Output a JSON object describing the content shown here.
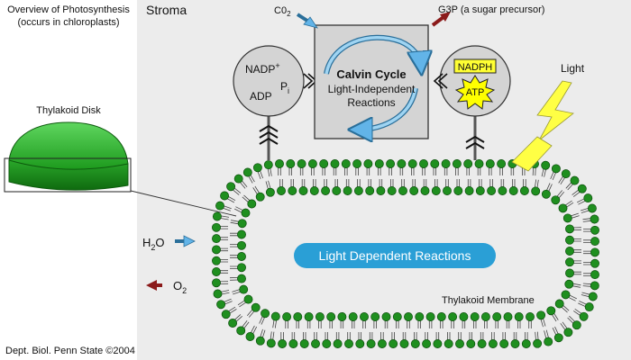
{
  "overview": {
    "line1": "Overview of Photosynthesis",
    "line2": "(occurs in chloroplasts)"
  },
  "thylakoid_disk_label": "Thylakoid Disk",
  "stroma_label": "Stroma",
  "co2_label": "C0",
  "co2_sub": "2",
  "g3p_label": "G3P (a sugar precursor)",
  "nadp_label": "NADP",
  "nadp_sup": "+",
  "adp_label": "ADP",
  "pi_label": "P",
  "pi_sub": "i",
  "calvin": {
    "title": "Calvin Cycle",
    "line2": "Light-Independent",
    "line3": "Reactions"
  },
  "nadph_label": "NADPH",
  "atp_label": "ATP",
  "light_label": "Light",
  "h2o": {
    "h": "H",
    "sub": "2",
    "o": "O"
  },
  "o2": {
    "o": "O",
    "sub": "2"
  },
  "light_dependent_label": "Light Dependent Reactions",
  "membrane_label": "Thylakoid Membrane",
  "credit": "Dept. Biol. Penn State ©2004",
  "colors": {
    "stroma_bg": "#ececec",
    "left_panel": "#ffffff",
    "lipid_head": "#1f8f1f",
    "disk_green": "#22a622",
    "pill_blue": "#2a9fd6",
    "arrow_blue": "#62b4e8",
    "arrow_dark_red": "#8b1a1a",
    "nadph_yellow": "#ffff33",
    "atp_yellow": "#ffff00",
    "light_yellow": "#ffff44"
  }
}
